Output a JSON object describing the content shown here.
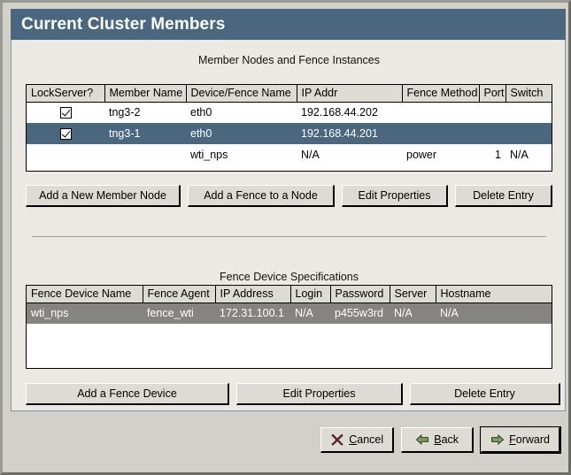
{
  "window": {
    "title": "Current Cluster Members"
  },
  "colors": {
    "titlebar": "#4b677f",
    "selected_row_blue": "#4b677f",
    "selected_row_gray": "#868480",
    "panel_bg": "#ece9e4",
    "window_bg": "#d3d0ca",
    "button_face": "#dedbd4",
    "header_face": "#dedbd4",
    "panel_border": "#7e97ab"
  },
  "members_section": {
    "caption": "Member Nodes and Fence Instances",
    "columns": [
      "LockServer?",
      "Member Name",
      "Device/Fence Name",
      "IP Addr",
      "Fence Method",
      "Port",
      "Switch"
    ],
    "rows": [
      {
        "lockserver": "checked",
        "member_name": "tng3-2",
        "device_fence_name": "eth0",
        "ip_addr": "192.168.44.202",
        "fence_method": "",
        "port": "",
        "switch": "",
        "state": "normal"
      },
      {
        "lockserver": "checked",
        "member_name": "tng3-1",
        "device_fence_name": "eth0",
        "ip_addr": "192.168.44.201",
        "fence_method": "",
        "port": "",
        "switch": "",
        "state": "selected"
      },
      {
        "lockserver": "",
        "member_name": "",
        "device_fence_name": "wti_nps",
        "ip_addr": "N/A",
        "fence_method": "power",
        "port": "1",
        "switch": "N/A",
        "state": "normal"
      }
    ],
    "buttons": [
      {
        "label": "Add a New Member Node"
      },
      {
        "label": "Add a Fence to a Node"
      },
      {
        "label": "Edit Properties"
      },
      {
        "label": "Delete Entry"
      }
    ]
  },
  "fence_section": {
    "caption": "Fence Device Specifications",
    "columns": [
      "Fence Device Name",
      "Fence Agent",
      "IP Address",
      "Login",
      "Password",
      "Server",
      "Hostname"
    ],
    "rows": [
      {
        "fence_device_name": "wti_nps",
        "fence_agent": "fence_wti",
        "ip_address": "172.31.100.1",
        "login": "N/A",
        "password": "p455w3rd",
        "server": "N/A",
        "hostname": "N/A",
        "state": "selected"
      }
    ],
    "buttons": [
      {
        "label": "Add a Fence Device"
      },
      {
        "label": "Edit Properties"
      },
      {
        "label": "Delete Entry"
      }
    ]
  },
  "navigation": {
    "cancel": {
      "label": "Cancel",
      "mnemonic": "C",
      "rest": "ancel",
      "icon": "cancel-x-icon"
    },
    "back": {
      "label": "Back",
      "mnemonic": "B",
      "rest": "ack",
      "icon": "arrow-left-icon"
    },
    "forward": {
      "label": "Forward",
      "mnemonic": "F",
      "rest": "orward",
      "icon": "arrow-right-icon"
    }
  }
}
